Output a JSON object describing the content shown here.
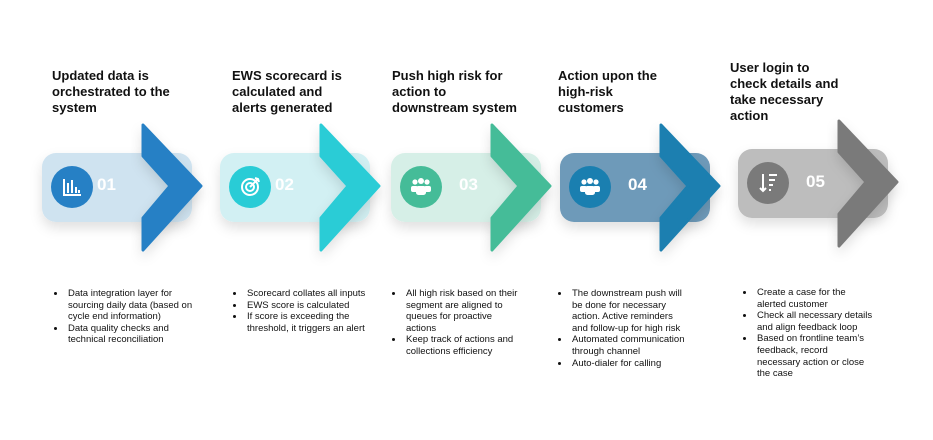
{
  "steps": [
    {
      "number": "01",
      "title": "Updated data is orchestrated to the system",
      "icon": "bar-chart-icon",
      "card_color": "#cfe3f0",
      "accent_color": "#2680c5",
      "bullets": [
        "Data integration layer for sourcing daily data (based on cycle end information)",
        "Data quality checks and technical reconciliation"
      ]
    },
    {
      "number": "02",
      "title": "EWS scorecard is calculated and alerts generated",
      "icon": "target-icon",
      "card_color": "#d2f0f3",
      "accent_color": "#29ccd6",
      "bullets": [
        "Scorecard collates all inputs",
        "EWS score is calculated",
        "If score is exceeding the threshold, it triggers an alert"
      ]
    },
    {
      "number": "03",
      "title": "Push high risk for action to downstream system",
      "icon": "users-icon",
      "card_color": "#d6efe7",
      "accent_color": "#45bc98",
      "bullets": [
        "All high risk based on their segment are aligned to queues for proactive actions",
        "Keep track of actions and collections efficiency"
      ]
    },
    {
      "number": "04",
      "title": "Action upon the high-risk customers",
      "icon": "users-icon",
      "card_color": "#6e9ab9",
      "accent_color": "#1a7fb0",
      "bullets": [
        "The downstream push will be done for necessary action. Active reminders and follow-up for high risk",
        "Automated communication through channel",
        "Auto-dialer for calling"
      ]
    },
    {
      "number": "05",
      "title": "User login to check details and take necessary action",
      "icon": "sort-descending-icon",
      "card_color": "#bdbdbd",
      "accent_color": "#7a7a7a",
      "bullets": [
        "Create a case for the alerted customer",
        "Check all necessary details and align feedback loop",
        "Based on frontline team’s feedback, record necessary action or close the case"
      ]
    }
  ]
}
